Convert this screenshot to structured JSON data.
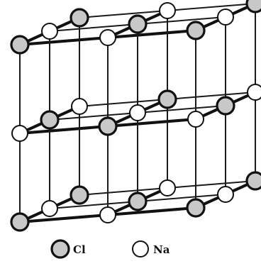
{
  "diagram": {
    "type": "crystal-lattice",
    "legend": [
      {
        "label": "Cl",
        "icon": "chloride-ion-icon",
        "fill": "#c8c8c8",
        "stroke_width": 3.2
      },
      {
        "label": "Na",
        "icon": "sodium-ion-icon",
        "fill": "#ffffff",
        "stroke_width": 2
      }
    ],
    "colors": {
      "line": "#1a1a1a",
      "cl_fill": "#c8c8c8",
      "na_fill": "#ffffff",
      "background": "#ffffff"
    },
    "lattice": {
      "columns": 3,
      "depth_rows": 3,
      "layers": 3
    }
  }
}
